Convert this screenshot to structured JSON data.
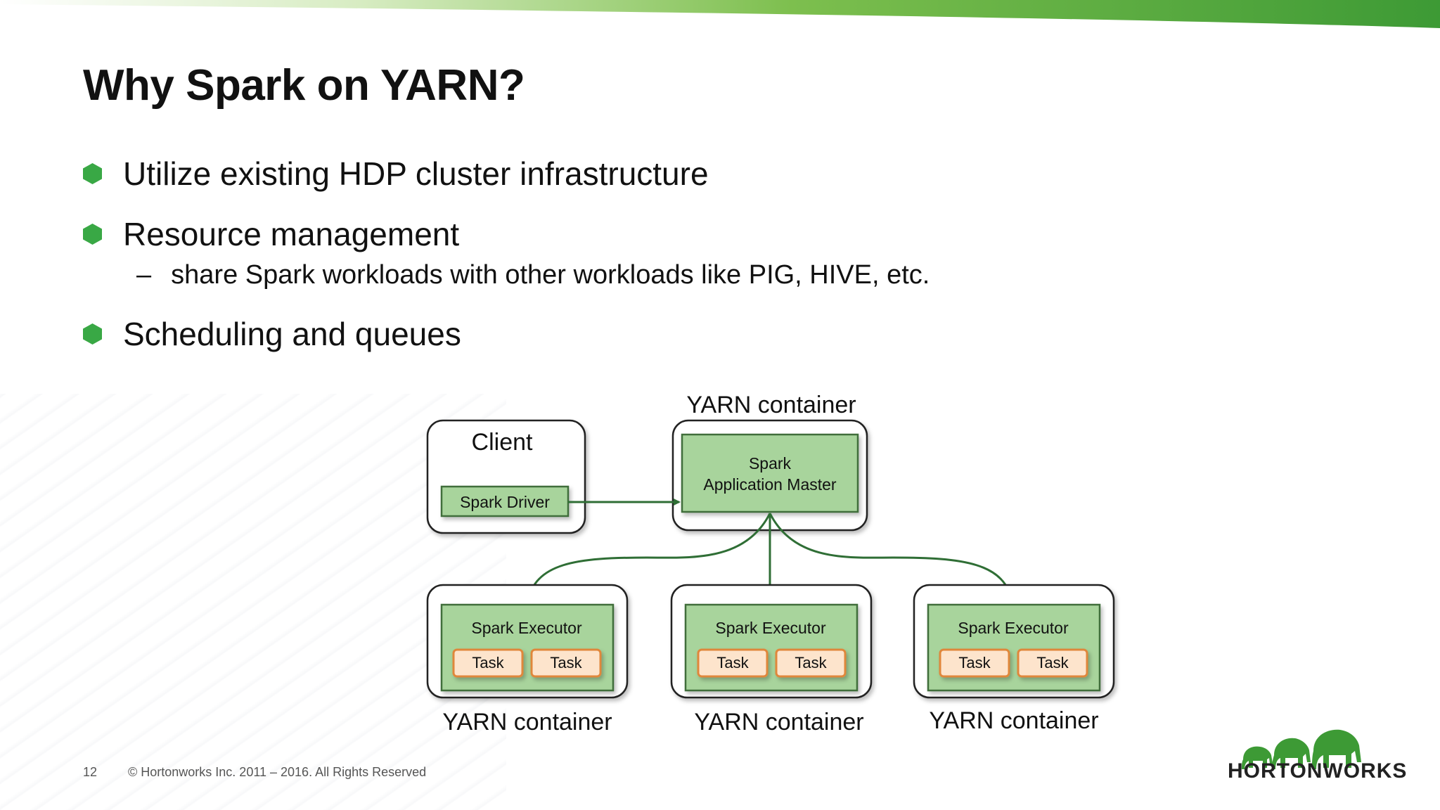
{
  "slide": {
    "title": "Why Spark on YARN?",
    "bullets": [
      {
        "text": "Utilize existing HDP cluster infrastructure"
      },
      {
        "text": "Resource management",
        "sub": "share Spark workloads with other workloads like PIG, HIVE, etc."
      },
      {
        "text": "Scheduling and queues"
      }
    ],
    "sub_dash": "–"
  },
  "diagram": {
    "client": {
      "label": "Client",
      "driver": "Spark Driver"
    },
    "master": {
      "container_label": "YARN container",
      "line1": "Spark",
      "line2": "Application Master"
    },
    "executors": [
      {
        "label": "Spark Executor",
        "tasks": [
          "Task",
          "Task"
        ],
        "container_label": "YARN container"
      },
      {
        "label": "Spark Executor",
        "tasks": [
          "Task",
          "Task"
        ],
        "container_label": "YARN container"
      },
      {
        "label": "Spark Executor",
        "tasks": [
          "Task",
          "Task"
        ],
        "container_label": "YARN container"
      }
    ],
    "colors": {
      "green_fill": "#a8d49c",
      "green_stroke": "#3f6e3a",
      "arrow": "#2f6e35",
      "task_fill": "#fde4cc",
      "task_stroke": "#e0873a"
    }
  },
  "footer": {
    "page_number": "12",
    "copyright": "© Hortonworks Inc. 2011 – 2016. All Rights Reserved"
  },
  "logo": {
    "text": "HORTONWORKS",
    "icon": "elephants-logo-icon"
  }
}
